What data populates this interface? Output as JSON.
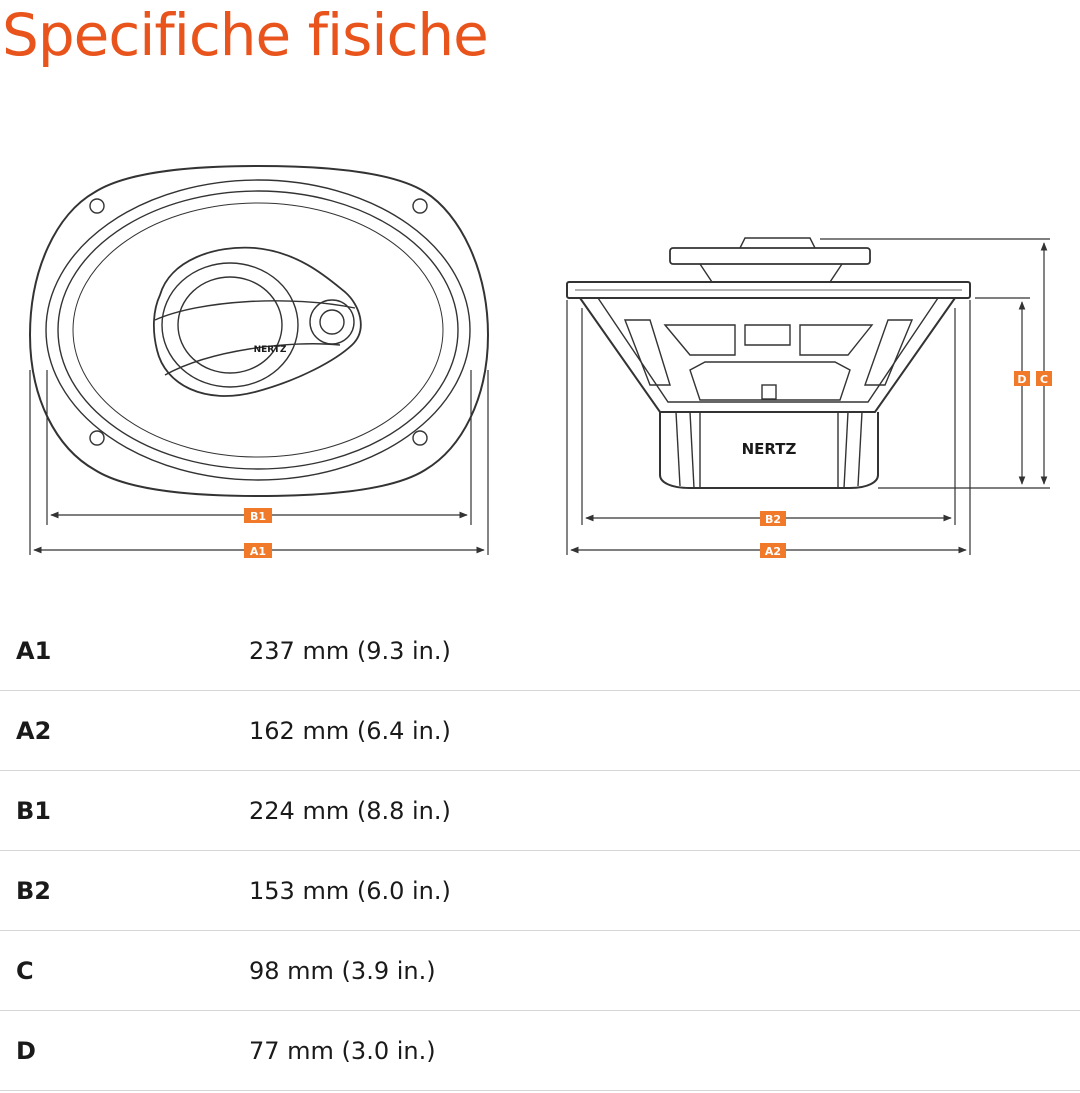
{
  "page": {
    "title": "Specifiche fisiche"
  },
  "colors": {
    "accent": "#e8541c",
    "badge": "#f07a2a",
    "text": "#1a1a1a",
    "divider": "#d6d6d6"
  },
  "diagram": {
    "front_brand": "NERTZ",
    "side_brand": "NERTZ",
    "dimension_labels": {
      "a1": "A1",
      "b1": "B1",
      "a2": "A2",
      "b2": "B2",
      "c": "C",
      "d": "D"
    }
  },
  "specs": [
    {
      "key": "A1",
      "value": "237 mm (9.3 in.)"
    },
    {
      "key": "A2",
      "value": "162 mm (6.4 in.)"
    },
    {
      "key": "B1",
      "value": "224 mm (8.8 in.)"
    },
    {
      "key": "B2",
      "value": "153 mm (6.0 in.)"
    },
    {
      "key": "C",
      "value": "98 mm (3.9 in.)"
    },
    {
      "key": "D",
      "value": "77 mm (3.0 in.)"
    }
  ]
}
